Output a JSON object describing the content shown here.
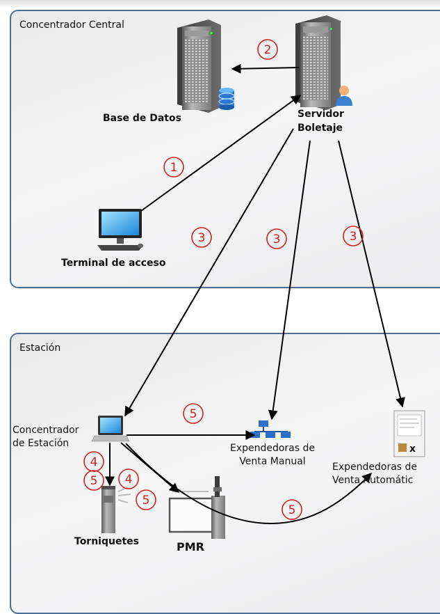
{
  "zones": {
    "central": "Concentrador Central",
    "station": "Estación"
  },
  "nodes": {
    "database": "Base de Datos",
    "server_line1": "Servidor",
    "server_line2": "Boletaje",
    "terminal": "Terminal de acceso",
    "station_hub_line1": "Concentrador",
    "station_hub_line2": "de Estación",
    "manual_line1": "Expendedoras de",
    "manual_line2": "Venta Manual",
    "auto_line1": "Expendedoras de",
    "auto_line2": "Venta Automátic",
    "turnstiles": "Torniquetes",
    "pmr": "PMR"
  },
  "steps": {
    "s1": "1",
    "s2": "2",
    "s3": "3",
    "s4": "4",
    "s5": "5"
  },
  "icons": {
    "server": "server-tower-icon",
    "database": "database-cylinder-icon",
    "user": "user-icon",
    "terminal": "desktop-computer-icon",
    "station_hub": "laptop-computer-icon",
    "manual": "network-devices-icon",
    "auto": "ticket-vending-machine-icon",
    "turnstile": "turnstile-icon",
    "pmr": "accessible-gate-icon"
  },
  "colors": {
    "panel_border": "#4e6f95",
    "step_red": "#d3201f",
    "arrow": "#000000"
  }
}
